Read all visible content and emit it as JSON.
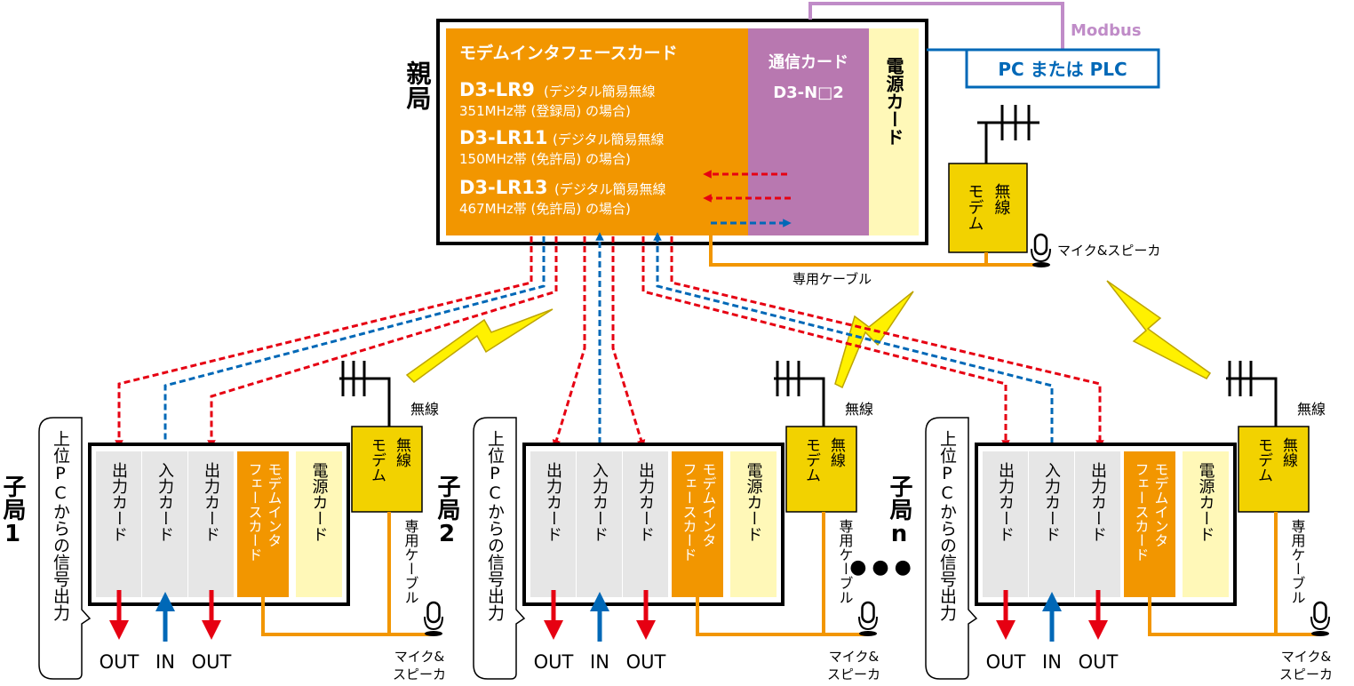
{
  "master": {
    "station_label": "親局",
    "modem_card_title": "モデムインタフェースカード",
    "models": [
      {
        "code": "D3-LR9",
        "desc1": "(デジタル簡易無線",
        "desc2": "351MHz帯 (登録局) の場合)"
      },
      {
        "code": "D3-LR11",
        "desc1": "(デジタル簡易無線",
        "desc2": "150MHz帯 (免許局) の場合)"
      },
      {
        "code": "D3-LR13",
        "desc1": "(デジタル簡易無線",
        "desc2": "467MHz帯 (免許局) の場合)"
      }
    ],
    "comm_card_title": "通信カード",
    "comm_card_model": "D3-N□2",
    "power_card": "電源カード"
  },
  "pc": {
    "label": "PC または PLC",
    "protocol": "Modbus"
  },
  "top_radio": {
    "modem": "無線モデム",
    "mic": "マイク&スピーカ",
    "cable": "専用ケーブル"
  },
  "slaves": [
    {
      "name": "子局1",
      "note": "上位PCからの信号出力"
    },
    {
      "name": "子局2",
      "note": "上位PCからの信号出力"
    },
    {
      "name": "子局n",
      "note": "上位PCからの信号出力"
    }
  ],
  "slave_cards": {
    "output": "出力カード",
    "input": "入力カード",
    "modem": "モデムインタフェースカード",
    "power": "電源カード"
  },
  "slave_radio": {
    "wireless": "無線",
    "modem": "無線モデム",
    "cable": "専用ケーブル",
    "mic": "マイク&スピーカ"
  },
  "io_labels": {
    "out": "OUT",
    "in": "IN"
  },
  "ellipsis": "●●●",
  "colors": {
    "orange": "#f29600",
    "purple": "#b878b0",
    "yellow": "#f2d200",
    "pale_yellow": "#fff8b8",
    "card_gray": "#e6e6e6",
    "red": "#e60012",
    "blue": "#0068b7",
    "bolt": "#fff100",
    "modbus": "#c08cc8"
  }
}
